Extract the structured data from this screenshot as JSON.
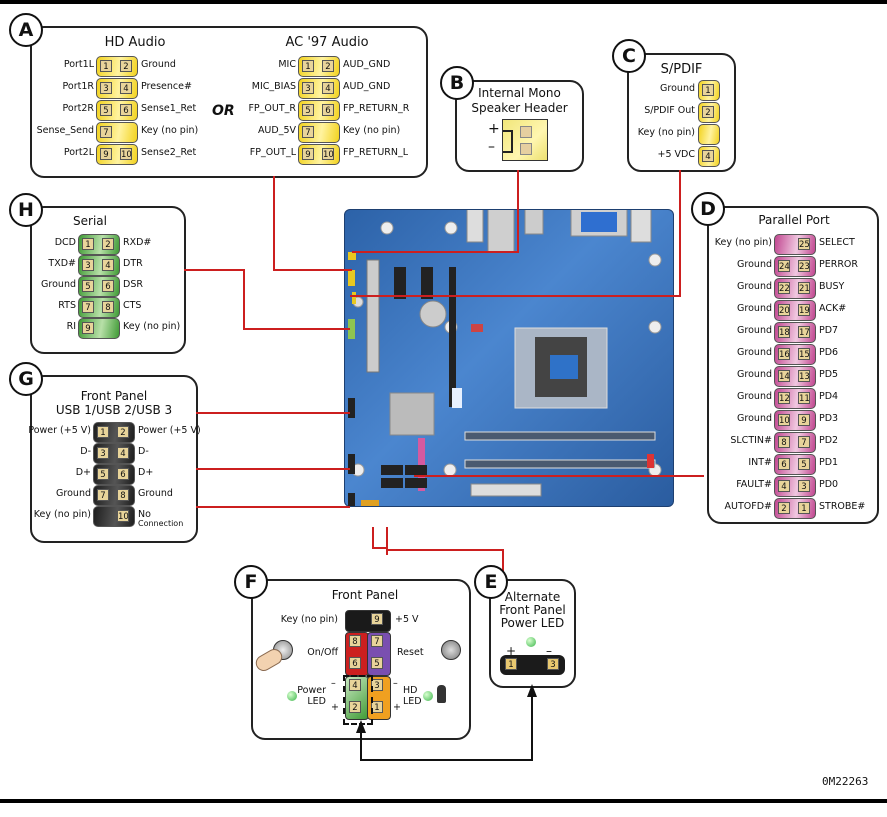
{
  "figure_id": "0M22263",
  "or_label": "OR",
  "panels": {
    "A": {
      "badge": "A",
      "hd": {
        "title": "HD Audio",
        "rows": [
          {
            "left": "Port1L",
            "p1": "1",
            "p2": "2",
            "right": "Ground"
          },
          {
            "left": "Port1R",
            "p1": "3",
            "p2": "4",
            "right": "Presence#"
          },
          {
            "left": "Port2R",
            "p1": "5",
            "p2": "6",
            "right": "Sense1_Ret"
          },
          {
            "left": "Sense_Send",
            "p1": "7",
            "p2": "",
            "right": "Key (no pin)"
          },
          {
            "left": "Port2L",
            "p1": "9",
            "p2": "10",
            "right": "Sense2_Ret"
          }
        ]
      },
      "ac97": {
        "title": "AC '97 Audio",
        "rows": [
          {
            "left": "MIC",
            "p1": "1",
            "p2": "2",
            "right": "AUD_GND"
          },
          {
            "left": "MIC_BIAS",
            "p1": "3",
            "p2": "4",
            "right": "AUD_GND"
          },
          {
            "left": "FP_OUT_R",
            "p1": "5",
            "p2": "6",
            "right": "FP_RETURN_R"
          },
          {
            "left": "AUD_5V",
            "p1": "7",
            "p2": "",
            "right": "Key (no pin)"
          },
          {
            "left": "FP_OUT_L",
            "p1": "9",
            "p2": "10",
            "right": "FP_RETURN_L"
          }
        ]
      }
    },
    "B": {
      "badge": "B",
      "title1": "Internal Mono",
      "title2": "Speaker Header",
      "plus": "+",
      "minus": "–"
    },
    "C": {
      "badge": "C",
      "title": "S/PDIF",
      "rows": [
        {
          "left": "Ground",
          "p": "1"
        },
        {
          "left": "S/PDIF Out",
          "p": "2"
        },
        {
          "left": "Key (no pin)",
          "p": ""
        },
        {
          "left": "+5 VDC",
          "p": "4"
        }
      ]
    },
    "D": {
      "badge": "D",
      "title": "Parallel Port",
      "rows": [
        {
          "left": "Key (no pin)",
          "p1": "",
          "p2": "25",
          "right": "SELECT"
        },
        {
          "left": "Ground",
          "p1": "24",
          "p2": "23",
          "right": "PERROR"
        },
        {
          "left": "Ground",
          "p1": "22",
          "p2": "21",
          "right": "BUSY"
        },
        {
          "left": "Ground",
          "p1": "20",
          "p2": "19",
          "right": "ACK#"
        },
        {
          "left": "Ground",
          "p1": "18",
          "p2": "17",
          "right": "PD7"
        },
        {
          "left": "Ground",
          "p1": "16",
          "p2": "15",
          "right": "PD6"
        },
        {
          "left": "Ground",
          "p1": "14",
          "p2": "13",
          "right": "PD5"
        },
        {
          "left": "Ground",
          "p1": "12",
          "p2": "11",
          "right": "PD4"
        },
        {
          "left": "Ground",
          "p1": "10",
          "p2": "9",
          "right": "PD3"
        },
        {
          "left": "SLCTIN#",
          "p1": "8",
          "p2": "7",
          "right": "PD2"
        },
        {
          "left": "INT#",
          "p1": "6",
          "p2": "5",
          "right": "PD1"
        },
        {
          "left": "FAULT#",
          "p1": "4",
          "p2": "3",
          "right": "PD0"
        },
        {
          "left": "AUTOFD#",
          "p1": "2",
          "p2": "1",
          "right": "STROBE#"
        }
      ]
    },
    "E": {
      "badge": "E",
      "title1": "Alternate",
      "title2": "Front Panel",
      "title3": "Power LED",
      "plus": "+",
      "minus": "–",
      "p1": "1",
      "p3": "3"
    },
    "F": {
      "badge": "F",
      "title": "Front Panel",
      "key_label": "Key (no pin)",
      "v5_label": "+5 V",
      "onoff_label": "On/Off",
      "reset_label": "Reset",
      "power_led_1": "Power",
      "power_led_2": "LED",
      "hd_led_1": "HD",
      "hd_led_2": "LED",
      "minus": "–",
      "plus": "+",
      "pins": {
        "p9": "9",
        "p8": "8",
        "p7": "7",
        "p6": "6",
        "p5": "5",
        "p4": "4",
        "p3": "3",
        "p2": "2",
        "p1": "1"
      }
    },
    "G": {
      "badge": "G",
      "title1": "Front Panel",
      "title2": "USB 1/USB 2/USB 3",
      "rows": [
        {
          "left": "Power (+5 V)",
          "p1": "1",
          "p2": "2",
          "right": "Power (+5 V)"
        },
        {
          "left": "D-",
          "p1": "3",
          "p2": "4",
          "right": "D-"
        },
        {
          "left": "D+",
          "p1": "5",
          "p2": "6",
          "right": "D+"
        },
        {
          "left": "Ground",
          "p1": "7",
          "p2": "8",
          "right": "Ground"
        },
        {
          "left": "Key (no pin)",
          "p1": "",
          "p2": "10",
          "right": "No",
          "right2": "Connection"
        }
      ]
    },
    "H": {
      "badge": "H",
      "title": "Serial",
      "rows": [
        {
          "left": "DCD",
          "p1": "1",
          "p2": "2",
          "right": "RXD#"
        },
        {
          "left": "TXD#",
          "p1": "3",
          "p2": "4",
          "right": "DTR"
        },
        {
          "left": "Ground",
          "p1": "5",
          "p2": "6",
          "right": "DSR"
        },
        {
          "left": "RTS",
          "p1": "7",
          "p2": "8",
          "right": "CTS"
        },
        {
          "left": "RI",
          "p1": "9",
          "p2": "",
          "right": "Key (no pin)"
        }
      ]
    }
  },
  "colors": {
    "audio": "#f2d21e",
    "serial": "#3f9a35",
    "usb": "#1e1e1e",
    "parallel": "#c0458f",
    "pin_face": "#e8d49a",
    "wire": "#cc1f1f",
    "board": "#2c62a8"
  }
}
